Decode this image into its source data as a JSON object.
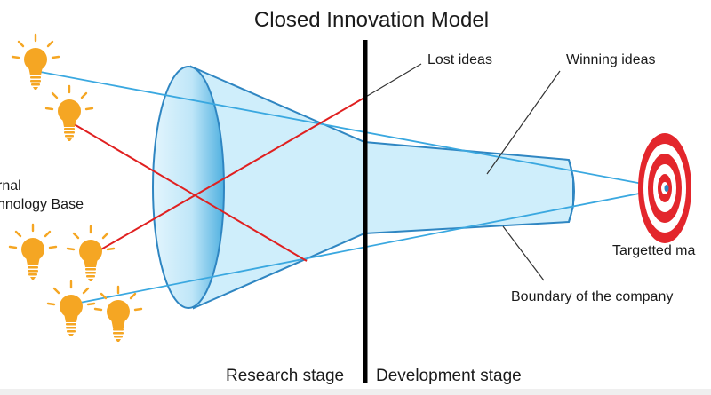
{
  "title": "Closed Innovation Model",
  "labels": {
    "lost_ideas": "Lost ideas",
    "winning_ideas": "Winning ideas",
    "internal_base_line1": "rnal",
    "internal_base_line2": "hnology Base",
    "targeted_market": "Targetted ma",
    "boundary": "Boundary of the company",
    "research_stage": "Research stage",
    "development_stage": "Development stage"
  },
  "colors": {
    "funnel_fill": "#cfeefb",
    "funnel_stroke": "#2f86c2",
    "idea_line_blue": "#3aa8e0",
    "idea_line_red": "#e02020",
    "divider": "#000000",
    "target_red": "#e3262c",
    "bulb": "#f5a623"
  },
  "icons": [
    "lightbulb-icon",
    "target-icon"
  ]
}
